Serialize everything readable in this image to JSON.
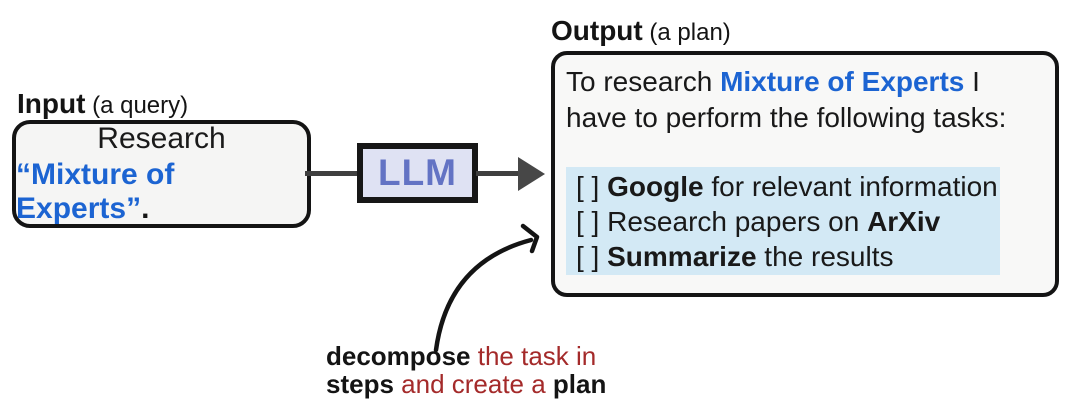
{
  "input": {
    "label_bold": "Input",
    "label_rest": " (a query)",
    "line1": "Research",
    "quote_open": "“",
    "query": "Mixture of Experts",
    "quote_close": "”",
    "period": "."
  },
  "llm": {
    "label": "LLM"
  },
  "output": {
    "label_bold": "Output",
    "label_rest": " (a plan)",
    "para_line1_pre": "To research ",
    "para_line1_highlight": "Mixture of Experts",
    "para_line1_post": " I",
    "para_line2": "have to perform the following tasks:",
    "tasks": [
      {
        "checkbox": "[ ] ",
        "pre": "",
        "bold": "Google",
        "post": " for relevant information"
      },
      {
        "checkbox": "[ ] ",
        "pre": "Research papers on ",
        "bold": "ArXiv",
        "post": ""
      },
      {
        "checkbox": "[ ] ",
        "pre": "",
        "bold": "Summarize",
        "post": " the results"
      }
    ]
  },
  "annotation": {
    "bold1": "decompose",
    "red1": " the task in",
    "bold2": "steps",
    "red2": " and create a ",
    "bold3": "plan"
  },
  "colors": {
    "accent_blue": "#1c64d2",
    "annotation_red": "#a42a2a",
    "llm_text": "#6373c4",
    "llm_bg": "#dfe2f3",
    "task_highlight_bg": "#d3e9f5",
    "box_bg": "#f6f6f5",
    "connector_gray": "#3f3f3f",
    "border_black": "#141414"
  }
}
